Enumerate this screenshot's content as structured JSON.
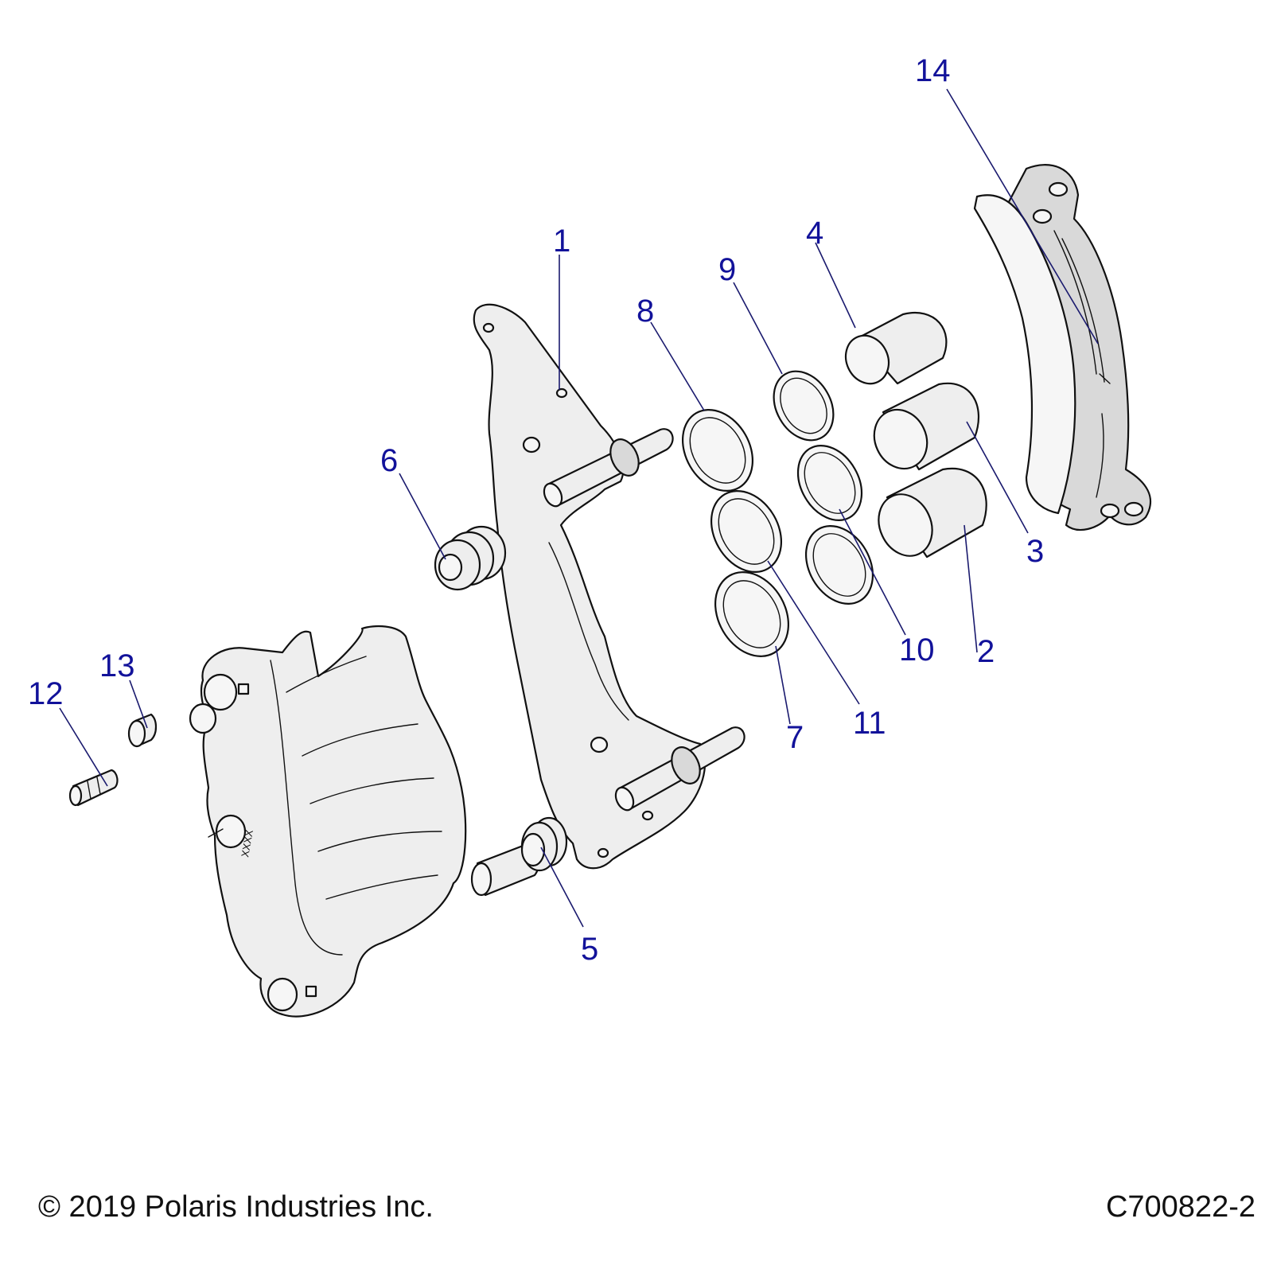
{
  "diagram": {
    "callouts": [
      "1",
      "2",
      "3",
      "4",
      "5",
      "6",
      "7",
      "8",
      "9",
      "10",
      "11",
      "12",
      "13",
      "14"
    ],
    "caliper_marking": "XXXX"
  },
  "footer": {
    "copyright": "© 2019 Polaris Industries Inc.",
    "drawing_number": "C700822-2"
  }
}
